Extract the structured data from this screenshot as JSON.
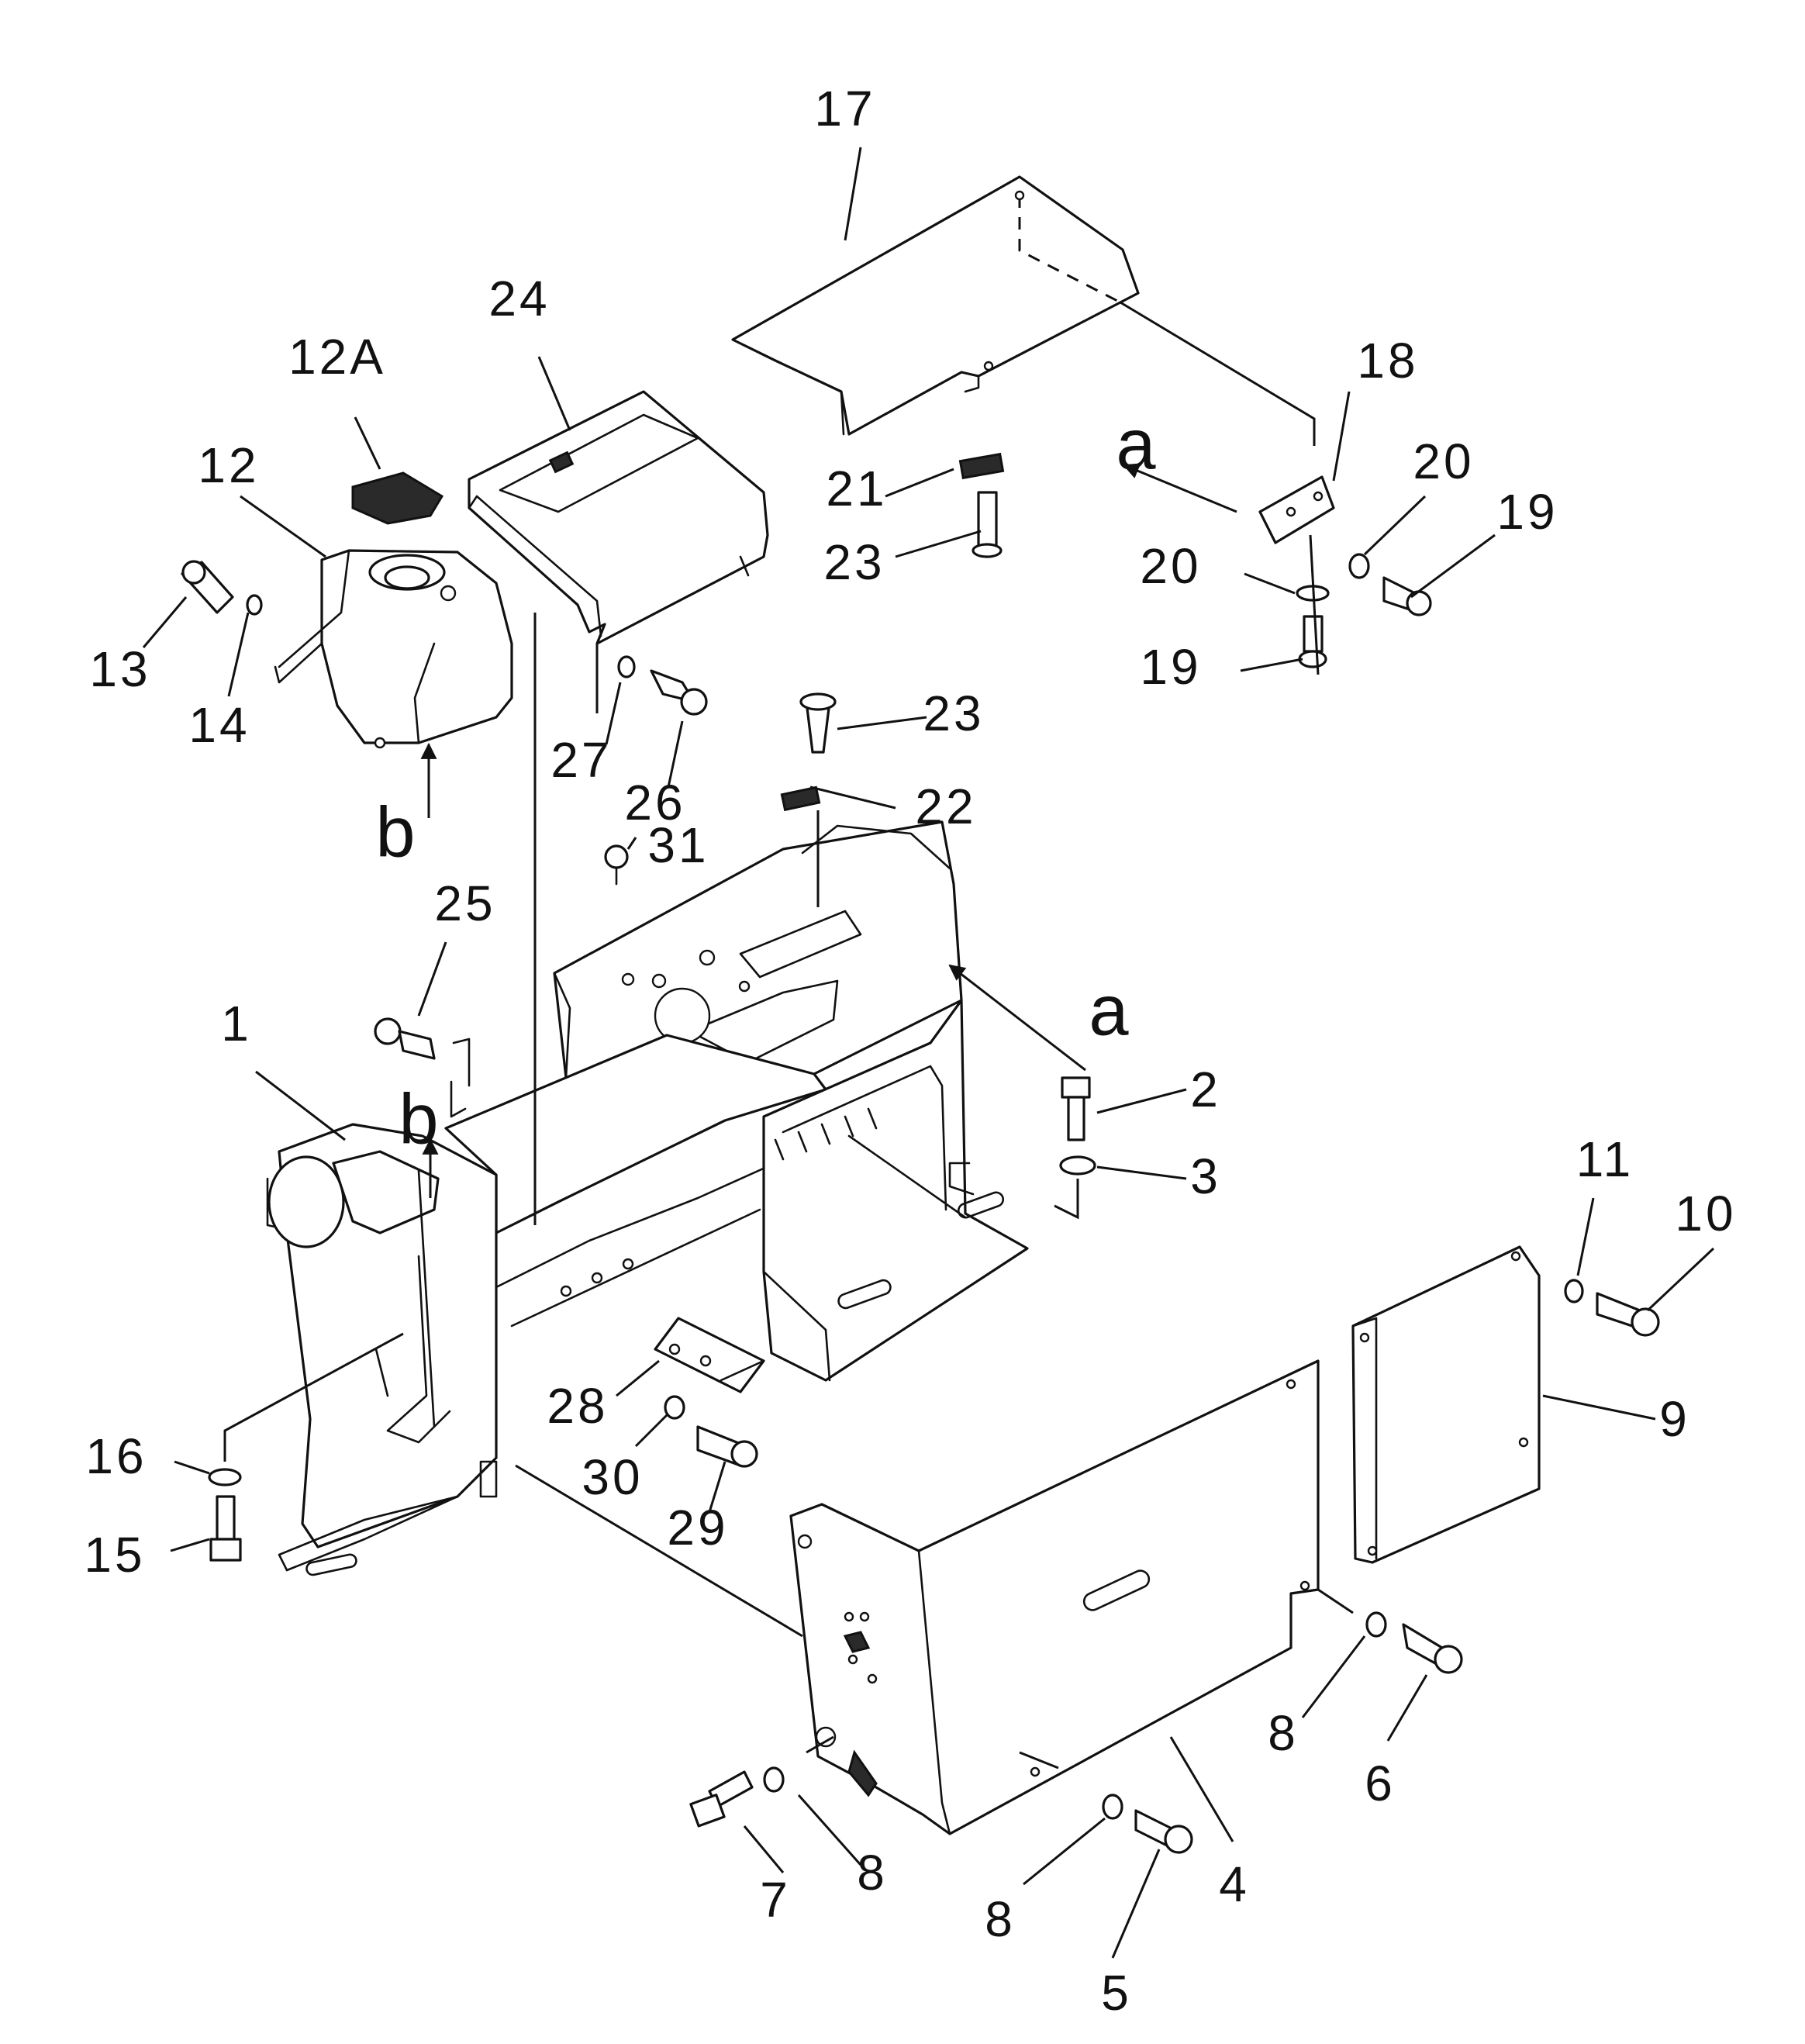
{
  "diagram": {
    "callouts": {
      "c1": "1",
      "c2": "2",
      "c3": "3",
      "c4": "4",
      "c5": "5",
      "c6": "6",
      "c7": "7",
      "c8a": "8",
      "c8b": "8",
      "c8c": "8",
      "c9": "9",
      "c10": "10",
      "c11": "11",
      "c12": "12",
      "c12a": "12A",
      "c13": "13",
      "c14": "14",
      "c15": "15",
      "c16": "16",
      "c17": "17",
      "c18": "18",
      "c19a": "19",
      "c19b": "19",
      "c20a": "20",
      "c20b": "20",
      "c21": "21",
      "c22": "22",
      "c23a": "23",
      "c23b": "23",
      "c24": "24",
      "c25": "25",
      "c26": "26",
      "c27": "27",
      "c28": "28",
      "c29": "29",
      "c30": "30",
      "c31": "31"
    },
    "view_markers": {
      "a_top": "a",
      "a_right": "a",
      "b_left": "b",
      "b_frame": "b"
    }
  }
}
